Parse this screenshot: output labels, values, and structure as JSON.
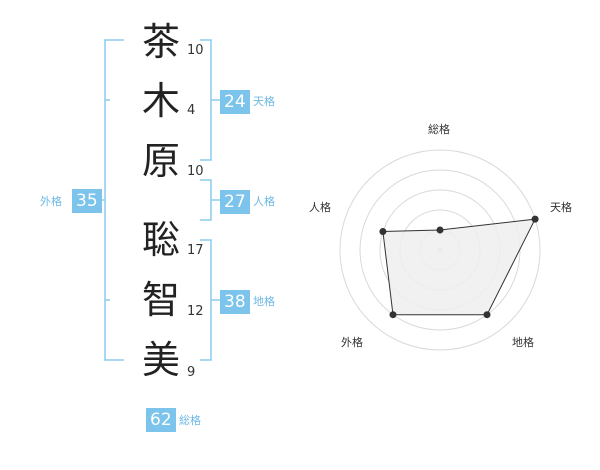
{
  "name": [
    {
      "char": "茶",
      "strokes": "10"
    },
    {
      "char": "木",
      "strokes": "4"
    },
    {
      "char": "原",
      "strokes": "10"
    },
    {
      "char": "聡",
      "strokes": "17"
    },
    {
      "char": "智",
      "strokes": "12"
    },
    {
      "char": "美",
      "strokes": "9"
    }
  ],
  "grids": {
    "tenkaku": {
      "value": "24",
      "label": "天格"
    },
    "jinkaku": {
      "value": "27",
      "label": "人格"
    },
    "chikaku": {
      "value": "38",
      "label": "地格"
    },
    "gaikaku": {
      "value": "35",
      "label": "外格"
    },
    "soukaku": {
      "value": "62",
      "label": "総格"
    }
  },
  "colors": {
    "accent": "#7cc4ec",
    "bracket": "#8ccbee",
    "radar_fill": "#efefef",
    "radar_line": "#333333",
    "ring": "#d9d9d9"
  },
  "chart_data": {
    "type": "radar",
    "axes": [
      "総格",
      "天格",
      "地格",
      "外格",
      "人格"
    ],
    "values": [
      0.2,
      1.0,
      0.8,
      0.8,
      0.6
    ],
    "rings": 5
  }
}
